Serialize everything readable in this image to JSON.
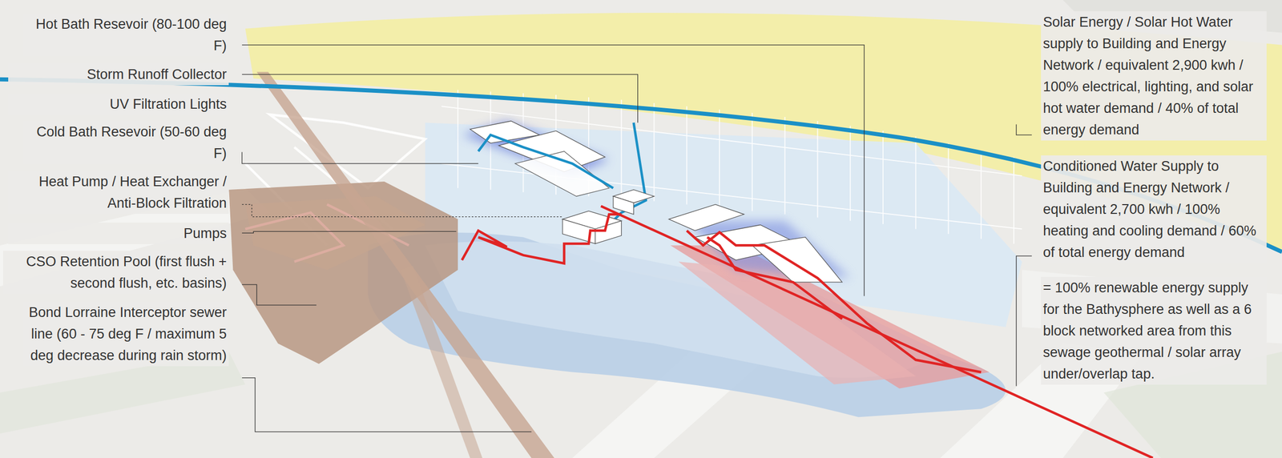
{
  "diagram": {
    "labels": [
      "Hot Bath Resevoir (80-100 deg F)",
      "Storm Runoff Collector",
      "UV Filtration Lights",
      "Cold Bath Resevoir (50-60 deg F)",
      "Heat Pump / Heat Exchanger / Anti-Block Filtration",
      "Pumps",
      "CSO Retention Pool (first flush + second flush, etc. basins)",
      "Bond Lorraine Interceptor sewer line (60 - 75 deg F / maximum 5 deg decrease during rain storm)",
      "Solar Energy / Solar Hot Water supply to Building and Energy Network / equivalent 2,900 kwh / 100% electrical, lighting, and solar hot water demand / 40% of total energy demand",
      "Conditioned Water Supply to Building and Energy Network / equivalent 2,700 kwh / 100% heating and cooling demand / 60% of total energy demand",
      "= 100% renewable energy supply for the Bathysphere as well as a 6 block networked area from this sewage geothermal / solar array under/overlap tap."
    ]
  }
}
